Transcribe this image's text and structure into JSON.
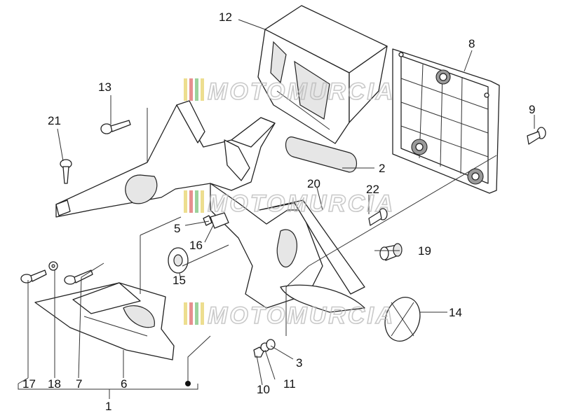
{
  "watermark": {
    "text": "MOTOMURCIA",
    "stripe_colors": [
      "#e8d36a",
      "#e06a6a",
      "#7ac47a"
    ]
  },
  "callouts": {
    "c1": "1",
    "c2": "2",
    "c3": "3",
    "c5": "5",
    "c6": "6",
    "c7": "7",
    "c8": "8",
    "c9": "9",
    "c10": "10",
    "c11": "11",
    "c12": "12",
    "c13": "13",
    "c14": "14",
    "c15": "15",
    "c16": "16",
    "c17": "17",
    "c18": "18",
    "c19": "19",
    "c20": "20",
    "c21": "21",
    "c22": "22"
  },
  "colors": {
    "line": "#222222",
    "text": "#111111",
    "watermark": "#b8b8b8"
  }
}
